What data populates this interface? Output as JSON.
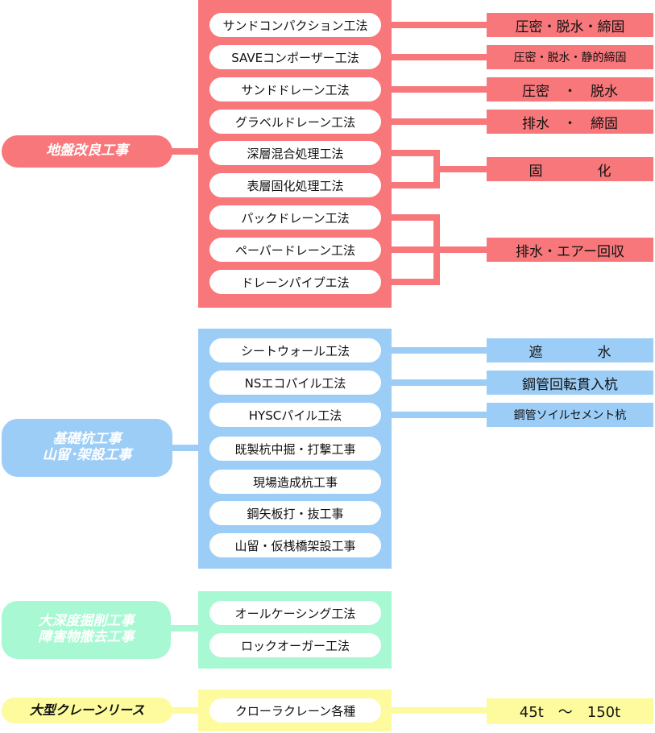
{
  "colors": {
    "ground": "#f7777a",
    "pile": "#9ccdf7",
    "excavation": "#a8f8d3",
    "crane": "#fdfb9d",
    "method_fill": "#ffffff"
  },
  "categories": [
    {
      "id": "ground",
      "lines": [
        "地盤改良工事"
      ],
      "methods": [
        "サンドコンパクション工法",
        "SAVEコンポーザー工法",
        "サンドドレーン工法",
        "グラベルドレーン工法",
        "深層混合処理工法",
        "表層固化処理工法",
        "パックドレーン工法",
        "ペーパードレーン工法",
        "ドレーンパイプエ法"
      ],
      "results": [
        "圧密・脱水・締固",
        "圧密・脱水・静的締固",
        "圧密　・　脱水",
        "排水　・　締固",
        "固　　　　化",
        "排水・エアー回収"
      ]
    },
    {
      "id": "pile",
      "lines": [
        "基礎杭工事",
        "山留･架設工事"
      ],
      "methods": [
        "シートウォール工法",
        "NSエコパイル工法",
        "HYSCパイル工法",
        "既製杭中掘・打撃工事",
        "現場造成杭工事",
        "鋼矢板打・抜工事",
        "山留・仮桟橋架設工事"
      ],
      "results": [
        "遮　　　　水",
        "鋼管回転貫入杭",
        "鋼管ソイルセメント杭"
      ]
    },
    {
      "id": "excavation",
      "lines": [
        "大深度掘削工事",
        "障害物撤去工事"
      ],
      "methods": [
        "オールケーシング工法",
        "ロックオーガー工法"
      ],
      "results": []
    },
    {
      "id": "crane",
      "lines": [
        "大型クレーンリース"
      ],
      "methods": [
        "クローラクレーン各種"
      ],
      "results": [
        "45t　～　150t"
      ]
    }
  ]
}
